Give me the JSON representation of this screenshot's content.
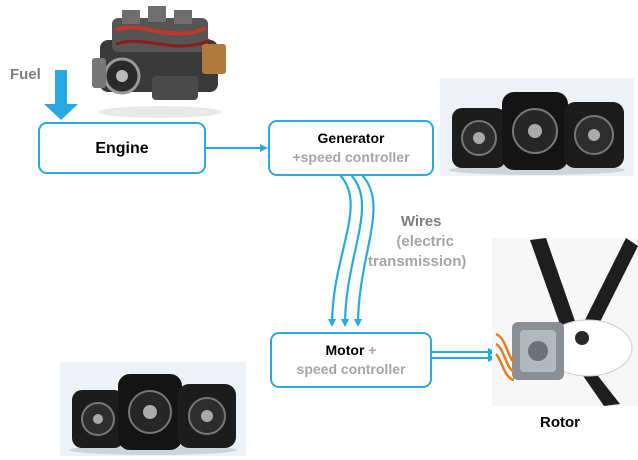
{
  "colors": {
    "accent": "#29a9e1",
    "text_dark": "#000000",
    "text_grey": "#a6a6a6",
    "label_grey": "#7f7f7f"
  },
  "labels": {
    "fuel": "Fuel",
    "wires_line1": "Wires",
    "wires_line2": "(electric",
    "wires_line3": "transmission)",
    "rotor": "Rotor"
  },
  "boxes": {
    "engine": {
      "title": "Engine"
    },
    "generator": {
      "title": "Generator",
      "subtitle": "+speed controller"
    },
    "motor": {
      "title": "Motor",
      "title_plus": " +",
      "subtitle": "speed controller"
    }
  },
  "icons": {
    "engine_photo": "aircraft-engine-photo-icon",
    "motors_photo_top": "electric-motors-photo-icon",
    "motors_photo_bottom": "electric-motors-photo-icon",
    "rotor_photo": "propeller-rotor-photo-icon"
  }
}
